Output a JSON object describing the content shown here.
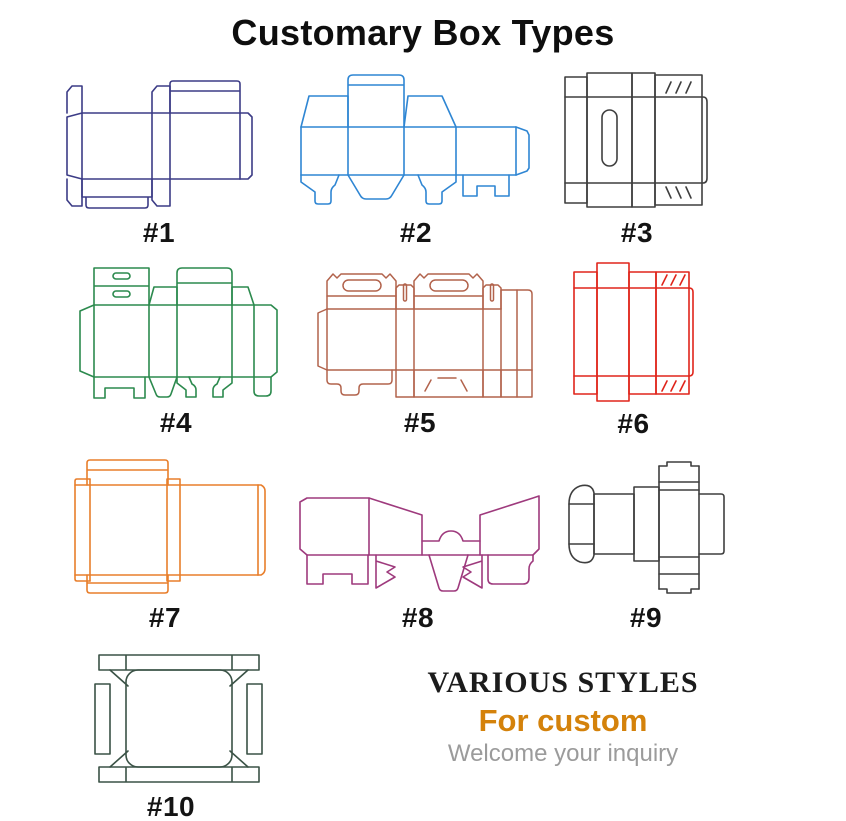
{
  "title": "Customary Box Types",
  "title_color": "#0e0e0e",
  "label_color": "#141414",
  "boxes": [
    {
      "label": "#1",
      "color": "#3c3c86"
    },
    {
      "label": "#2",
      "color": "#2f86d3"
    },
    {
      "label": "#3",
      "color": "#3f3f3f"
    },
    {
      "label": "#4",
      "color": "#2c8a4e"
    },
    {
      "label": "#5",
      "color": "#b2634c"
    },
    {
      "label": "#6",
      "color": "#e0251b"
    },
    {
      "label": "#7",
      "color": "#e87e2b"
    },
    {
      "label": "#8",
      "color": "#9e3a7d"
    },
    {
      "label": "#9",
      "color": "#3f3f3f"
    },
    {
      "label": "#10",
      "color": "#3a5246"
    }
  ],
  "footer": {
    "heading": "VARIOUS STYLES",
    "heading_color": "#1c1c1c",
    "subheading": "For custom",
    "subheading_color": "#d4820b",
    "tagline": "Welcome your inquiry",
    "tagline_color": "#9b9b9b"
  }
}
